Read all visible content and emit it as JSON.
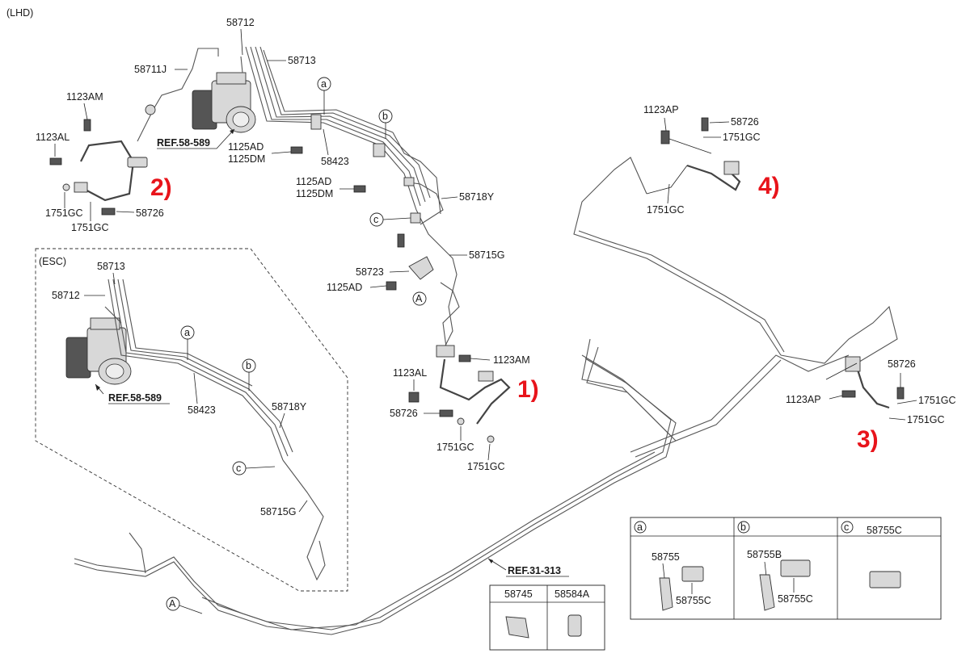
{
  "variant_label": "(LHD)",
  "esc_label": "(ESC)",
  "callouts": {
    "c1": "1)",
    "c2": "2)",
    "c3": "3)",
    "c4": "4)"
  },
  "refs": {
    "ref1": "REF.58-589",
    "ref2": "REF.58-589",
    "ref3": "REF.31-313"
  },
  "labels": {
    "p58712": "58712",
    "p58713": "58713",
    "p58711J": "58711J",
    "p1123AM_a": "1123AM",
    "p1123AL_a": "1123AL",
    "p1751GC_a": "1751GC",
    "p1751GC_b": "1751GC",
    "p58726_a": "58726",
    "p1125AD_a": "1125AD",
    "p1125DM_a": "1125DM",
    "p58423": "58423",
    "p1125AD_b": "1125AD",
    "p1125DM_b": "1125DM",
    "p58718Y": "58718Y",
    "p58715G": "58715G",
    "p58723": "58723",
    "p1125AD_c": "1125AD",
    "p1123AM_b": "1123AM",
    "p1123AL_b": "1123AL",
    "p58726_b": "58726",
    "p1751GC_c": "1751GC",
    "p1751GC_d": "1751GC",
    "p1123AP_a": "1123AP",
    "p58726_c": "58726",
    "p1751GC_e": "1751GC",
    "p1751GC_f": "1751GC",
    "p58726_d": "58726",
    "p1123AP_b": "1123AP",
    "p1751GC_g": "1751GC",
    "p1751GC_h": "1751GC",
    "e58713": "58713",
    "e58712": "58712",
    "e58423": "58423",
    "e58718Y": "58718Y",
    "e58715G": "58715G"
  },
  "markers": {
    "a1": "a",
    "b1": "b",
    "c1": "c",
    "A1": "A",
    "a2": "a",
    "b2": "b",
    "c2": "c",
    "A2": "A"
  },
  "clip_table": {
    "col_a": {
      "marker": "a",
      "parts": [
        "58755",
        "58755C"
      ]
    },
    "col_b": {
      "marker": "b",
      "parts": [
        "58755B",
        "58755C"
      ]
    },
    "col_c": {
      "marker": "c",
      "parts": [
        "58755C"
      ]
    }
  },
  "small_table": {
    "h1": "58745",
    "h2": "58584A"
  }
}
